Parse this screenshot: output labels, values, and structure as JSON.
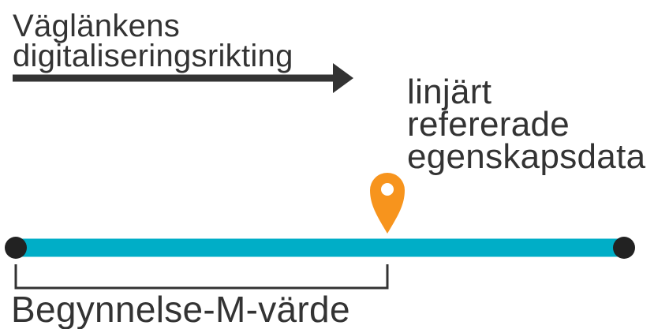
{
  "labels": {
    "digitization_direction_line1": "Väglänkens",
    "digitization_direction_line2": "digitaliseringsrikting",
    "linear_data_line1": "linjärt",
    "linear_data_line2": "refererade",
    "linear_data_line3": "egenskapsdata",
    "start_m_value": "Begynnelse-M-värde"
  },
  "colors": {
    "link_line": "#00aec7",
    "endpoint": "#222222",
    "arrow": "#333333",
    "marker": "#f7941d",
    "marker_center": "#ffffff",
    "bracket": "#333333",
    "text": "#333333"
  },
  "icons": {
    "marker": "map-pin-icon",
    "direction": "arrow-right-icon"
  }
}
